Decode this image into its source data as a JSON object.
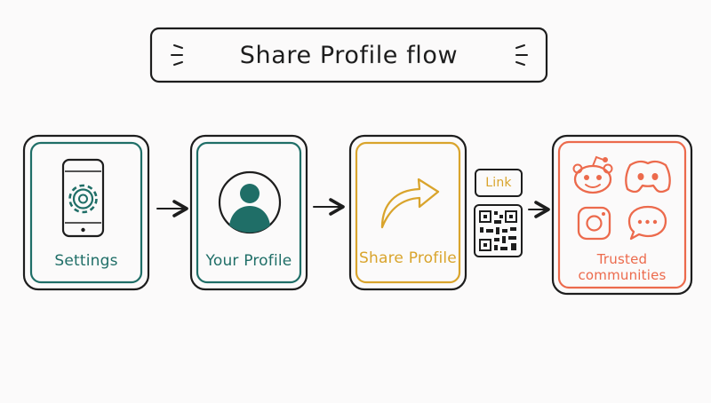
{
  "title": "Share Profile flow",
  "steps": [
    {
      "label": "Settings",
      "icon": "settings-phone-icon"
    },
    {
      "label": "Your Profile",
      "icon": "profile-avatar-icon"
    },
    {
      "label": "Share Profile",
      "icon": "share-arrow-icon"
    }
  ],
  "share_options": {
    "link_label": "Link",
    "qr_icon": "qr-code-icon"
  },
  "destination": {
    "label": "Trusted communities",
    "icons": [
      "reddit-icon",
      "discord-icon",
      "instagram-icon",
      "chat-bubble-icon"
    ]
  },
  "colors": {
    "ink": "#1d1d1d",
    "teal": "#1f6e67",
    "gold": "#d9a42c",
    "coral": "#ec6a4c",
    "background": "#fbfafa"
  }
}
